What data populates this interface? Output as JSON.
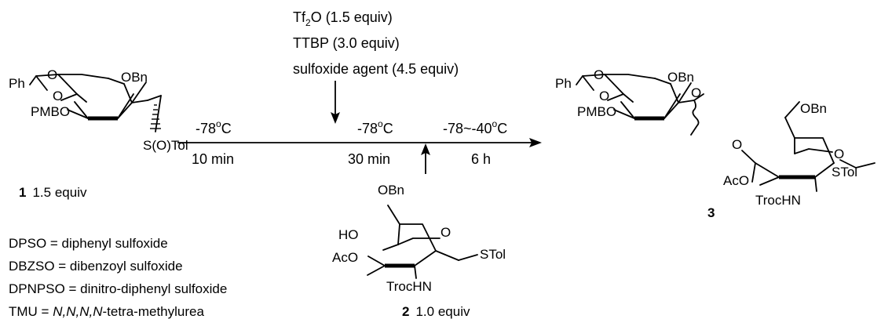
{
  "reagents": {
    "line1_main": "Tf",
    "line1_sub": "2",
    "line1_rest": "O (1.5 equiv)",
    "line2": "TTBP (3.0 equiv)",
    "line3": "sulfoxide agent (4.5 equiv)"
  },
  "steps": [
    {
      "temp": "-78",
      "deg": "o",
      "unit": "C",
      "time": "10 min"
    },
    {
      "temp": "-78",
      "deg": "o",
      "unit": "C",
      "time": "30 min"
    },
    {
      "temp": "-78~-40",
      "deg": "o",
      "unit": "C",
      "time": "6 h"
    }
  ],
  "compound1": {
    "ph": "Ph",
    "o1": "O",
    "o2": "O",
    "obn": "OBn",
    "pmbo": "PMBO",
    "stol": "S(O)Tol",
    "number": "1",
    "equiv": "1.5 equiv"
  },
  "compound2": {
    "obn": "OBn",
    "ho": "HO",
    "oring": "O",
    "aco": "AcO",
    "stol": "STol",
    "trochn": "TrocHN",
    "number": "2",
    "equiv": "1.0 equiv"
  },
  "compound3": {
    "ph": "Ph",
    "o1": "O",
    "o2": "O",
    "obn1": "OBn",
    "o_link": "O",
    "pmbo": "PMBO",
    "o_glyc": "O",
    "obn2": "OBn",
    "oring": "O",
    "aco": "AcO",
    "stol": "STol",
    "trochn": "TrocHN",
    "number": "3"
  },
  "abbreviations": [
    {
      "term": "DPSO",
      "def": " = diphenyl sulfoxide"
    },
    {
      "term": "DBZSO",
      "def": " = dibenzoyl sulfoxide"
    },
    {
      "term": "DPNPSO",
      "def": " = dinitro-diphenyl sulfoxide"
    },
    {
      "term": "TMU",
      "def_italic": "N,N,N,N",
      "def": "-tetra-methylurea"
    }
  ]
}
